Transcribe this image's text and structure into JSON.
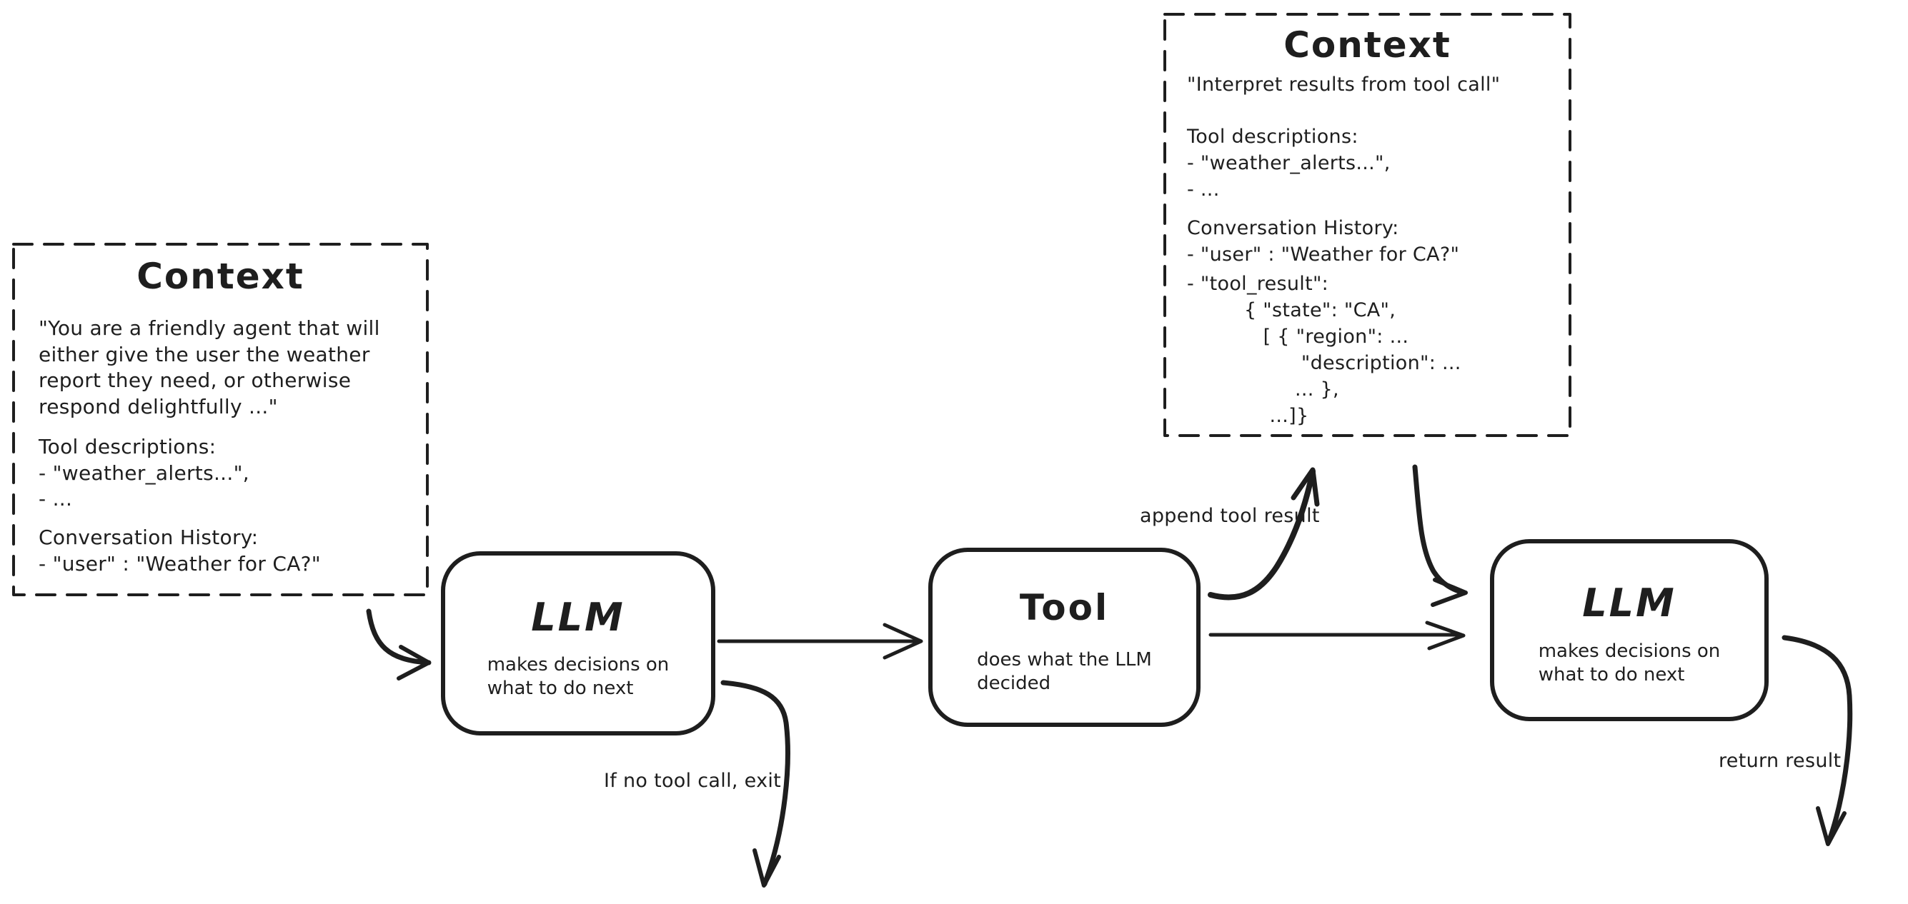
{
  "diagram": {
    "ink_color": "#1e1e1e",
    "background_color": "#ffffff",
    "nodes": {
      "context_left": {
        "title": "Context",
        "system_prompt": "\"You are a friendly agent that will\neither give the user the weather\nreport they need, or otherwise\nrespond delightfully ...\"",
        "tool_descriptions": "Tool descriptions:\n- \"weather_alerts...\",\n- ...",
        "conversation_history": "Conversation History:\n- \"user\" : \"Weather for CA?\""
      },
      "llm_first": {
        "title": "LLM",
        "subtitle": "makes decisions on\nwhat to do next"
      },
      "tool": {
        "title": "Tool",
        "subtitle": "does what the LLM\ndecided"
      },
      "context_top": {
        "title": "Context",
        "system_prompt": "\"Interpret results from tool call\"",
        "tool_descriptions": "Tool descriptions:\n- \"weather_alerts...\",\n- ...",
        "conversation_history": "Conversation History:\n- \"user\" : \"Weather for CA?\"",
        "tool_result": "- \"tool_result\":\n         { \"state\": \"CA\",\n            [ { \"region\": ...\n                  \"description\": ...\n                 ... },\n             ...]}"
      },
      "llm_second": {
        "title": "LLM",
        "subtitle": "makes decisions on\nwhat to do next"
      }
    },
    "edge_labels": {
      "append_tool_result": "append tool result",
      "exit": "If no tool call, exit",
      "return_result": "return result"
    }
  }
}
